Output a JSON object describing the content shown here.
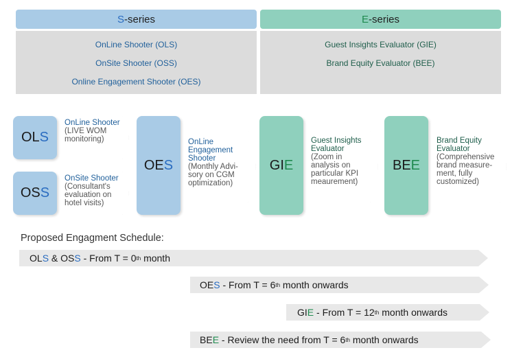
{
  "series": {
    "s": {
      "prefix": "S",
      "suffix": "-series",
      "items": [
        "OnLine Shooter (OLS)",
        "OnSite Shooter (OSS)",
        "Online Engagement Shooter (OES)"
      ]
    },
    "e": {
      "prefix": "E",
      "suffix": "-series",
      "items": [
        "Guest Insights Evaluator (GIE)",
        "Brand Equity Evaluator (BEE)"
      ]
    }
  },
  "flow": {
    "ols": {
      "code_main": "OL",
      "code_accent": "S",
      "title": "OnLine Shooter",
      "desc": "(LIVE WOM monitoring)"
    },
    "oss": {
      "code_main": "OS",
      "code_accent": "S",
      "title": "OnSite Shooter",
      "desc": "(Consultant's evaluation on hotel visits)"
    },
    "oes": {
      "code_main": "OE",
      "code_accent": "S",
      "title": "OnLine Engagement Shooter",
      "desc": "(Monthly Advi-sory on CGM optimization)"
    },
    "gie": {
      "code_main": "GI",
      "code_accent": "E",
      "title": "Guest Insights Evaluator",
      "desc": "(Zoom in analysis on particular KPI meaurement)"
    },
    "bee": {
      "code_main": "BE",
      "code_accent": "E",
      "title": "Brand Equity Evaluator",
      "desc": "(Comprehensive brand measure-ment, fully customized)"
    }
  },
  "schedule": {
    "title": "Proposed Engagment Schedule:",
    "rows": [
      {
        "a_main": "OL",
        "a_acc": "S",
        "join": " & ",
        "b_main": "OS",
        "b_acc": "S",
        "text": " - From T = 0",
        "sup": "th",
        "tail": " month"
      },
      {
        "a_main": "OE",
        "a_acc": "S",
        "text": " - From T = 6",
        "sup": "th",
        "tail": " month onwards"
      },
      {
        "a_main": "GI",
        "a_acc": "E",
        "text": " - From T = 12",
        "sup": "th",
        "tail": " month onwards"
      },
      {
        "a_main": "BE",
        "a_acc": "E",
        "text": " - Review the need from T = 6",
        "sup": "th",
        "tail": " month onwards"
      }
    ]
  },
  "colors": {
    "s_series": "#a9cbe6",
    "e_series": "#8fd0bd",
    "list_bg": "#dcdcdc",
    "accent_blue": "#2a6cc0",
    "accent_green": "#1f8a4f",
    "bar_bg": "#e8e8e8"
  }
}
